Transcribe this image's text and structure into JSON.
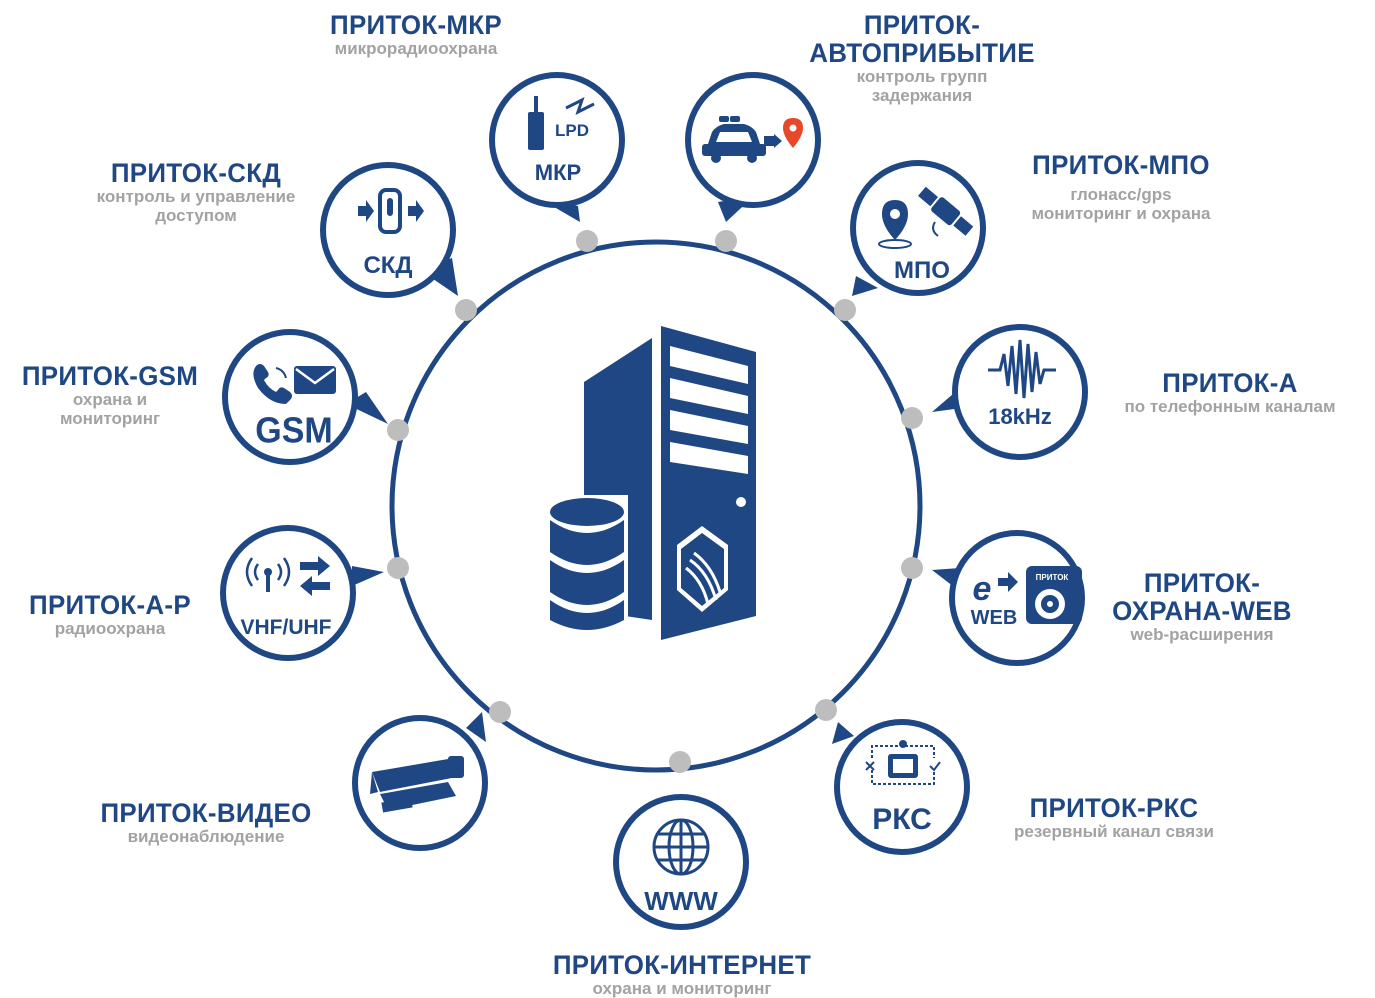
{
  "modules": {
    "mkr": {
      "title": "ПРИТОК-МКР",
      "sub": "микрорадиоохрана",
      "icon_text": "МКР",
      "icon_text2": "LPD",
      "icon": "radio-transmitter-icon"
    },
    "avto": {
      "title1": "ПРИТОК-",
      "title2": "АВТОПРИБЫТИЕ",
      "sub1": "контроль групп",
      "sub2": "задержания",
      "icon": "police-car-icon"
    },
    "skd": {
      "title": "ПРИТОК-СКД",
      "sub1": "контроль и управление",
      "sub2": "доступом",
      "icon_text": "СКД",
      "icon": "door-access-icon"
    },
    "mpo": {
      "title": "ПРИТОК-МПО",
      "sub1": "глонасс/gps",
      "sub2": "мониторинг и охрана",
      "icon_text": "МПО",
      "icon": "satellite-icon"
    },
    "gsm": {
      "title": "ПРИТОК-GSM",
      "sub1": "охрана и",
      "sub2": "мониторинг",
      "icon_text": "GSM",
      "icon": "phone-mail-icon"
    },
    "a": {
      "title": "ПРИТОК-А",
      "sub": "по телефонным каналам",
      "icon_text": "18kHz",
      "icon": "signal-wave-icon"
    },
    "ap": {
      "title": "ПРИТОК-А-Р",
      "sub": "радиоохрана",
      "icon_text": "VHF/UHF",
      "icon": "antenna-icon"
    },
    "web": {
      "title1": "ПРИТОК-",
      "title2": "ОХРАНА-WEB",
      "sub": "web-расширения",
      "icon_text": "WEB",
      "icon_text2": "e",
      "icon_text3": "ПРИТОК",
      "icon": "browser-icon"
    },
    "video": {
      "title": "ПРИТОК-ВИДЕО",
      "sub": "видеонаблюдение",
      "icon": "cctv-camera-icon"
    },
    "rks": {
      "title": "ПРИТОК-РКС",
      "sub": "резервный канал связи",
      "icon_text": "РКС",
      "icon": "reserve-channel-icon"
    },
    "inet": {
      "title": "ПРИТОК-ИНТЕРНЕТ",
      "sub": "охрана и мониторинг",
      "icon_text": "WWW",
      "icon": "globe-icon"
    }
  },
  "center": {
    "icon": "server-database-icon"
  },
  "colors": {
    "brand": "#1f4783",
    "subtitle": "#a2a2a2",
    "node": "#bdbdbd"
  }
}
